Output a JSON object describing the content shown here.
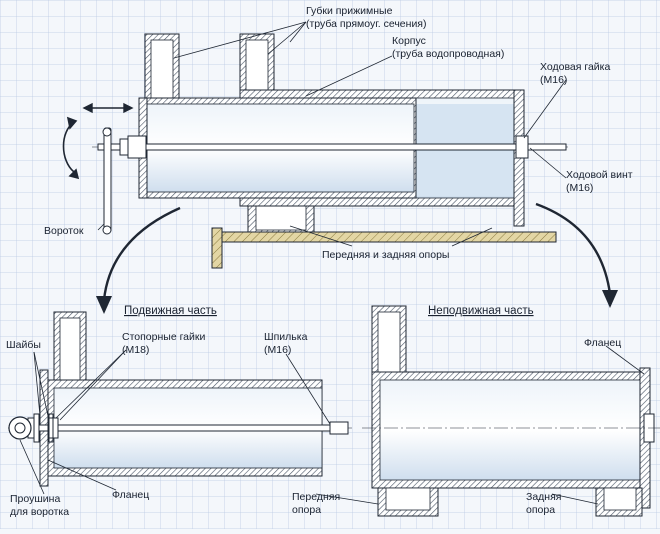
{
  "colors": {
    "paper": "#f4f7fb",
    "grid": "#bccbe4",
    "line": "#1f2733",
    "tube_fill": "#ffffff",
    "interior": "#d6e4f2",
    "hatch": "#4a5566",
    "ground": "#e3d6a4"
  },
  "labels": {
    "jaws": [
      "Губки прижимные",
      "(труба прямоуг. сечения)"
    ],
    "body": [
      "Корпус",
      "(труба водопроводная)"
    ],
    "lead_nut": [
      "Ходовая гайка",
      "(М16)"
    ],
    "lead_screw": [
      "Ходовой винт",
      "(М16)"
    ],
    "handle": "Вороток",
    "supports": "Передняя и задняя опоры",
    "washers": "Шайбы",
    "lock_nuts": [
      "Стопорные гайки",
      "(М18)"
    ],
    "stud": [
      "Шпилька",
      "(М16)"
    ],
    "eye": [
      "Проушина",
      "для воротка"
    ],
    "flange_left": "Фланец",
    "flange_right": "Фланец",
    "front_support": [
      "Передняя",
      "опора"
    ],
    "rear_support": [
      "Задняя",
      "опора"
    ]
  },
  "titles": {
    "movable": "Подвижная часть",
    "fixed": "Неподвижная часть"
  }
}
